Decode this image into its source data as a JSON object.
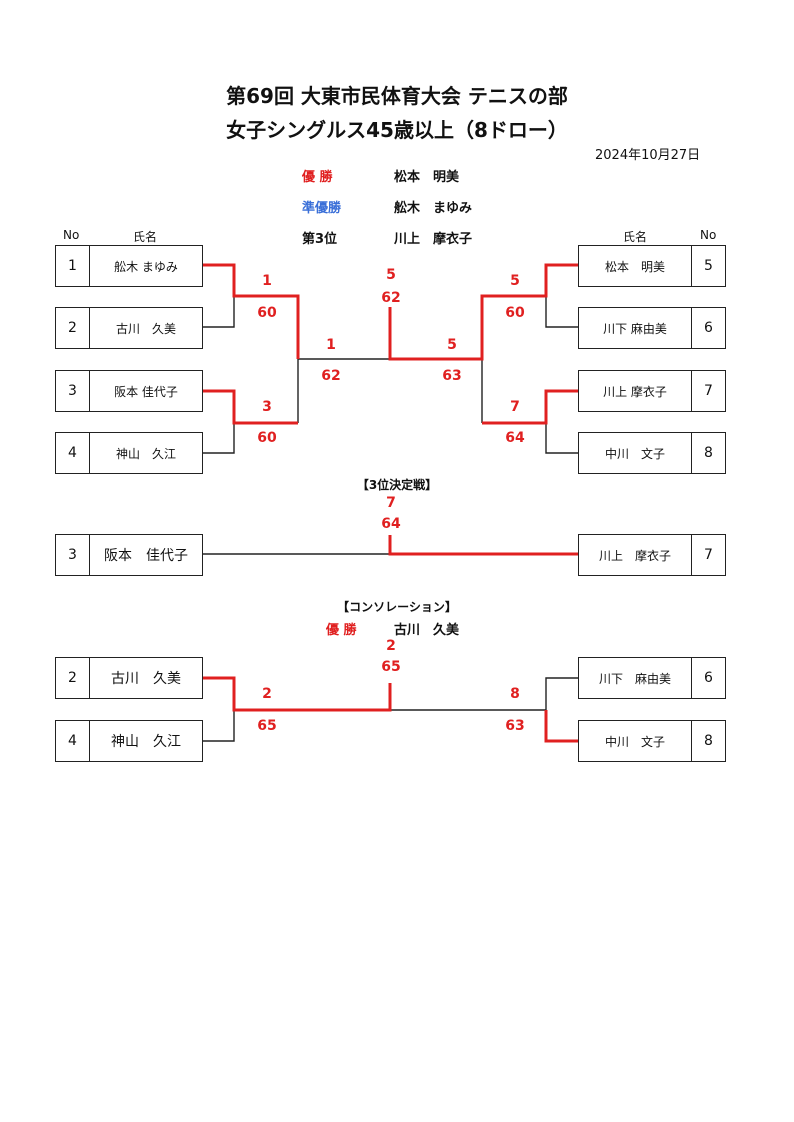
{
  "title_line1": "第69回 大東市民体育大会 テニスの部",
  "title_line2": "女子シングルス45歳以上（8ドロー）",
  "date": "2024年10月27日",
  "results": {
    "winner_label": "優 勝",
    "winner_name": "松本　明美",
    "runner_label": "準優勝",
    "runner_name": "舩木　まゆみ",
    "third_label": "第3位",
    "third_name": "川上　摩衣子"
  },
  "headers": {
    "no": "No",
    "name": "氏名"
  },
  "main_draw": {
    "left": [
      {
        "no": "1",
        "name": "舩木 まゆみ"
      },
      {
        "no": "2",
        "name": "古川　久美"
      },
      {
        "no": "3",
        "name": "阪本 佳代子"
      },
      {
        "no": "4",
        "name": "神山　久江"
      }
    ],
    "right": [
      {
        "no": "5",
        "name": "松本　明美"
      },
      {
        "no": "6",
        "name": "川下 麻由美"
      },
      {
        "no": "7",
        "name": "川上 摩衣子"
      },
      {
        "no": "8",
        "name": "中川　文子"
      }
    ],
    "scores": {
      "l1_winner": "1",
      "l1_score": "60",
      "l2_winner": "3",
      "l2_score": "60",
      "lsf_winner": "1",
      "lsf_score": "62",
      "r1_winner": "5",
      "r1_score": "60",
      "r2_winner": "7",
      "r2_score": "64",
      "rsf_winner": "5",
      "rsf_score": "63",
      "final_winner": "5",
      "final_score": "62"
    }
  },
  "third_place": {
    "heading": "【3位決定戦】",
    "left": {
      "no": "3",
      "name": "阪本　佳代子"
    },
    "right": {
      "no": "7",
      "name": "川上　摩衣子"
    },
    "winner": "7",
    "score": "64"
  },
  "consolation": {
    "heading": "【コンソレーション】",
    "winner_label": "優 勝",
    "winner_name": "古川　久美",
    "left": [
      {
        "no": "2",
        "name": "古川　久美"
      },
      {
        "no": "4",
        "name": "神山　久江"
      }
    ],
    "right": [
      {
        "no": "6",
        "name": "川下　麻由美"
      },
      {
        "no": "8",
        "name": "中川　文子"
      }
    ],
    "left_winner": "2",
    "left_score": "65",
    "right_winner": "8",
    "right_score": "63",
    "final_winner": "2",
    "final_score": "65"
  },
  "colors": {
    "win_line": "#e02020",
    "lose_line": "#222222",
    "runner_label": "#3a6fd8"
  }
}
